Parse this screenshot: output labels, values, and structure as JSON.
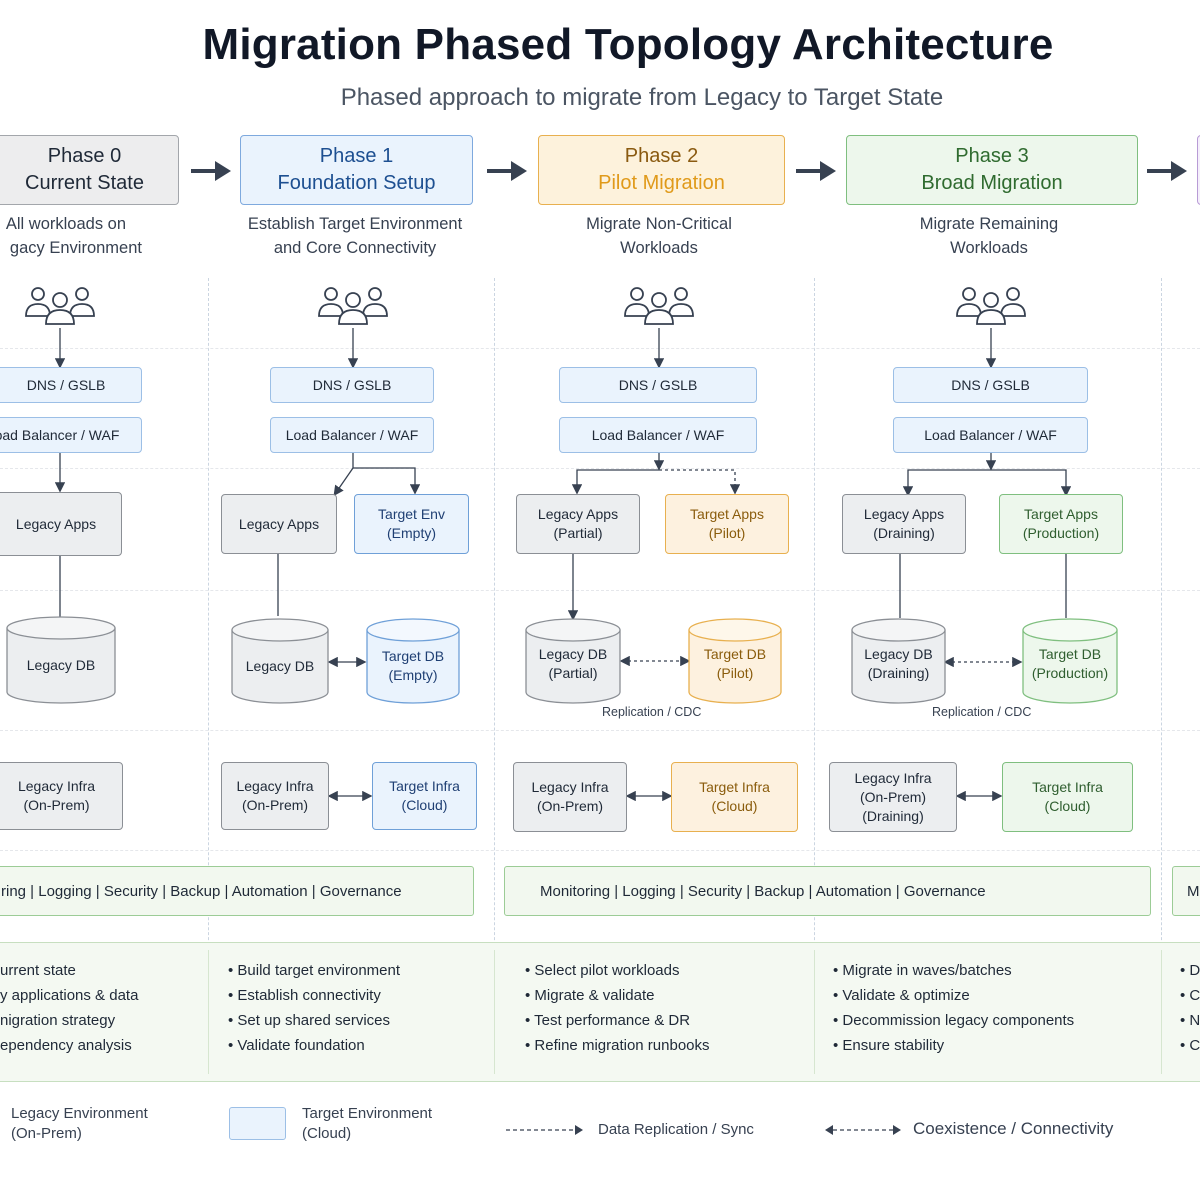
{
  "title": "Migration Phased Topology Architecture",
  "subtitle": "Phased approach to migrate from Legacy to Target State",
  "phases": [
    {
      "line1": "Phase 0",
      "line2": "Current State",
      "desc1": "All workloads on",
      "desc2": "gacy Environment"
    },
    {
      "line1": "Phase 1",
      "line2": "Foundation Setup",
      "desc1": "Establish Target Environment",
      "desc2": "and Core Connectivity"
    },
    {
      "line1": "Phase 2",
      "line2": "Pilot Migration",
      "desc1": "Migrate Non-Critical",
      "desc2": "Workloads"
    },
    {
      "line1": "Phase 3",
      "line2": "Broad Migration",
      "desc1": "Migrate Remaining",
      "desc2": "Workloads"
    }
  ],
  "dns": "DNS / GSLB",
  "lb": "Load Balancer / WAF",
  "lb_cut": "oad Balancer / WAF",
  "apps": {
    "p0": [
      "Legacy Apps"
    ],
    "p1_legacy": [
      "Legacy Apps"
    ],
    "p1_target": [
      "Target Env",
      "(Empty)"
    ],
    "p2_legacy": [
      "Legacy Apps",
      "(Partial)"
    ],
    "p2_target": [
      "Target Apps",
      "(Pilot)"
    ],
    "p3_legacy": [
      "Legacy Apps",
      "(Draining)"
    ],
    "p3_target": [
      "Target Apps",
      "(Production)"
    ]
  },
  "dbs": {
    "p0": [
      "Legacy DB"
    ],
    "p1_legacy": [
      "Legacy DB"
    ],
    "p1_target": [
      "Target DB",
      "(Empty)"
    ],
    "p2_legacy": [
      "Legacy DB",
      "(Partial)"
    ],
    "p2_target": [
      "Target DB",
      "(Pilot)"
    ],
    "p3_legacy": [
      "Legacy DB",
      "(Draining)"
    ],
    "p3_target": [
      "Target DB",
      "(Production)"
    ]
  },
  "replication_note": "Replication / CDC",
  "infra": {
    "p0": [
      "Legacy Infra",
      "(On-Prem)"
    ],
    "p1_legacy": [
      "Legacy Infra",
      "(On-Prem)"
    ],
    "p1_target": [
      "Target Infra",
      "(Cloud)"
    ],
    "p2_legacy": [
      "Legacy Infra",
      "(On-Prem)"
    ],
    "p2_target": [
      "Target Infra",
      "(Cloud)"
    ],
    "p3_legacy": [
      "Legacy Infra",
      "(On-Prem)",
      "(Draining)"
    ],
    "p3_target": [
      "Target Infra",
      "(Cloud)"
    ]
  },
  "shared_bar_left": "ring  |  Logging  |  Security  |  Backup  |  Automation  |  Governance",
  "shared_bar_mid": "Monitoring  |  Logging  |  Security  |  Backup  |  Automation  |  Governance",
  "shared_bar_right": "M",
  "activities": [
    [
      "urrent state",
      "y applications & data",
      "nigration strategy",
      "ependency analysis"
    ],
    [
      "• Build target environment",
      "• Establish connectivity",
      "• Set up shared services",
      "• Validate foundation"
    ],
    [
      "• Select pilot workloads",
      "• Migrate & validate",
      "• Test performance & DR",
      "• Refine migration runbooks"
    ],
    [
      "• Migrate in waves/batches",
      "• Validate & optimize",
      "• Decommission legacy components",
      "• Ensure stability"
    ],
    [
      "• D",
      "• C",
      "• N",
      "• C"
    ]
  ],
  "legend": {
    "legacy1": "Legacy Environment",
    "legacy2": "(On-Prem)",
    "target1": "Target Environment",
    "target2": "(Cloud)",
    "replication": "Data Replication / Sync",
    "coexist": "Coexistence / Connectivity"
  },
  "colors": {
    "phase0_bg": "#ededee",
    "phase0_border": "#a3a6ab",
    "phase0_text": "#1f2937",
    "phase1_bg": "#eaf3fd",
    "phase1_border": "#7ea9de",
    "phase1_text": "#1d4f91",
    "phase2_bg": "#fdf2dc",
    "phase2_border": "#e8b04f",
    "phase2_text": "#b8740c",
    "phase3_bg": "#edf7ec",
    "phase3_border": "#7fbf7f",
    "phase3_text": "#2f6b2f",
    "phase4_border": "#b89bd6"
  }
}
